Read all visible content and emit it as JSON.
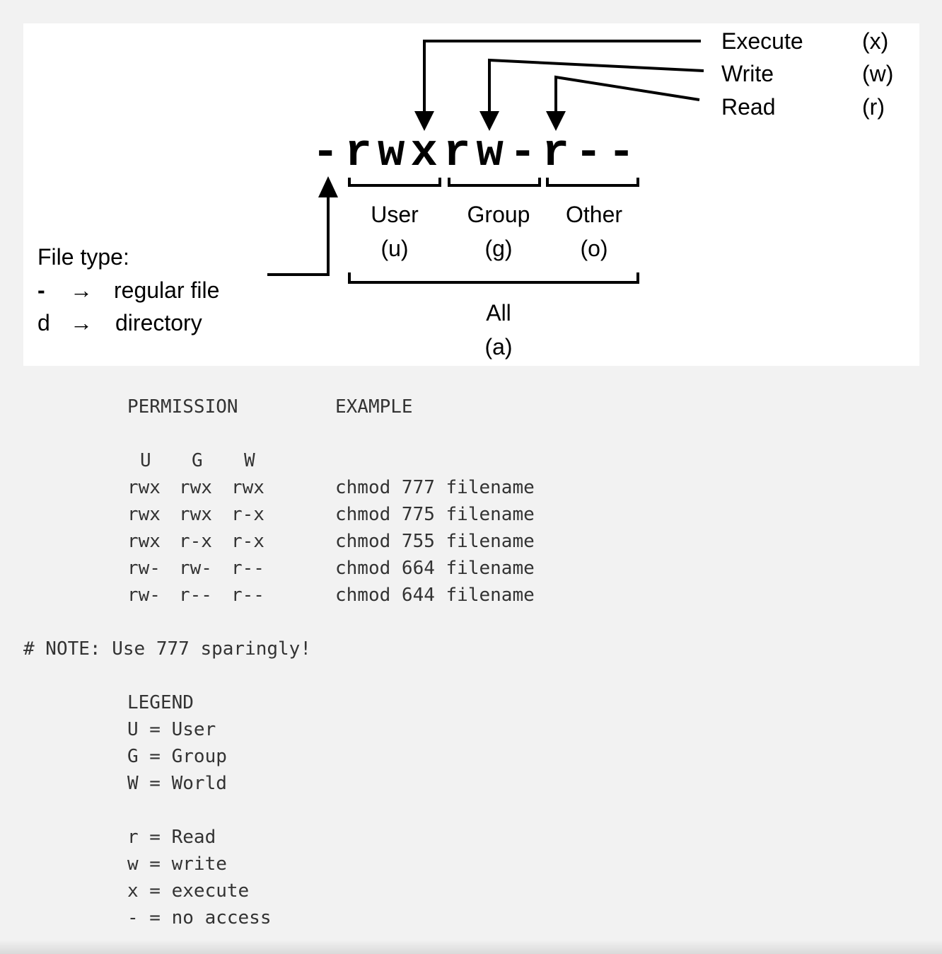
{
  "diagram": {
    "permission_string": [
      "-",
      "r",
      "w",
      "x",
      "r",
      "w",
      "-",
      "r",
      "-",
      "-"
    ],
    "right_labels": [
      {
        "name": "Execute",
        "letter": "(x)"
      },
      {
        "name": "Write",
        "letter": "(w)"
      },
      {
        "name": "Read",
        "letter": "(r)"
      }
    ],
    "groups": [
      {
        "name": "User",
        "abbr": "(u)"
      },
      {
        "name": "Group",
        "abbr": "(g)"
      },
      {
        "name": "Other",
        "abbr": "(o)"
      }
    ],
    "all": {
      "name": "All",
      "abbr": "(a)"
    },
    "file_type": {
      "title": "File type:",
      "rows": [
        {
          "symbol": "-",
          "arrow": "→",
          "meaning": "regular file"
        },
        {
          "symbol": "d",
          "arrow": "→",
          "meaning": "directory"
        }
      ]
    }
  },
  "table": {
    "headers": {
      "permission": "PERMISSION",
      "example": "EXAMPLE"
    },
    "ugw": [
      "U",
      "G",
      "W"
    ],
    "rows": [
      {
        "u": "rwx",
        "g": "rwx",
        "w": "rwx",
        "example": "chmod 777 filename"
      },
      {
        "u": "rwx",
        "g": "rwx",
        "w": "r-x",
        "example": "chmod 775 filename"
      },
      {
        "u": "rwx",
        "g": "r-x",
        "w": "r-x",
        "example": "chmod 755 filename"
      },
      {
        "u": "rw-",
        "g": "rw-",
        "w": "r--",
        "example": "chmod 664 filename"
      },
      {
        "u": "rw-",
        "g": "r--",
        "w": "r--",
        "example": "chmod 644 filename"
      }
    ]
  },
  "note": "# NOTE: Use 777 sparingly!",
  "legend": {
    "title": "LEGEND",
    "who": [
      "U = User",
      "G = Group",
      "W = World"
    ],
    "perms": [
      "r = Read",
      "w = write",
      "x = execute",
      "- = no access"
    ]
  }
}
